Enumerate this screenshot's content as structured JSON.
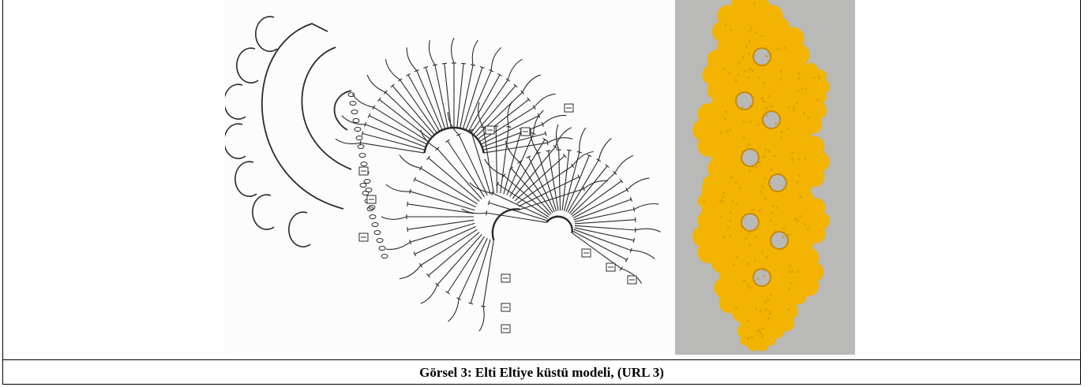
{
  "figure": {
    "caption": "Görsel 3: Elti Eltiye küstü modeli, (URL 3)",
    "diagram_icon": "crochet-chart-diagram",
    "photo_icon": "yellow-crochet-lace-photo",
    "colors": {
      "ink": "#2a2a2a",
      "photo_background": "#b9b9b7",
      "yarn": "#f2b400",
      "yarn_shadow": "#c98a00",
      "border": "#000000"
    }
  }
}
